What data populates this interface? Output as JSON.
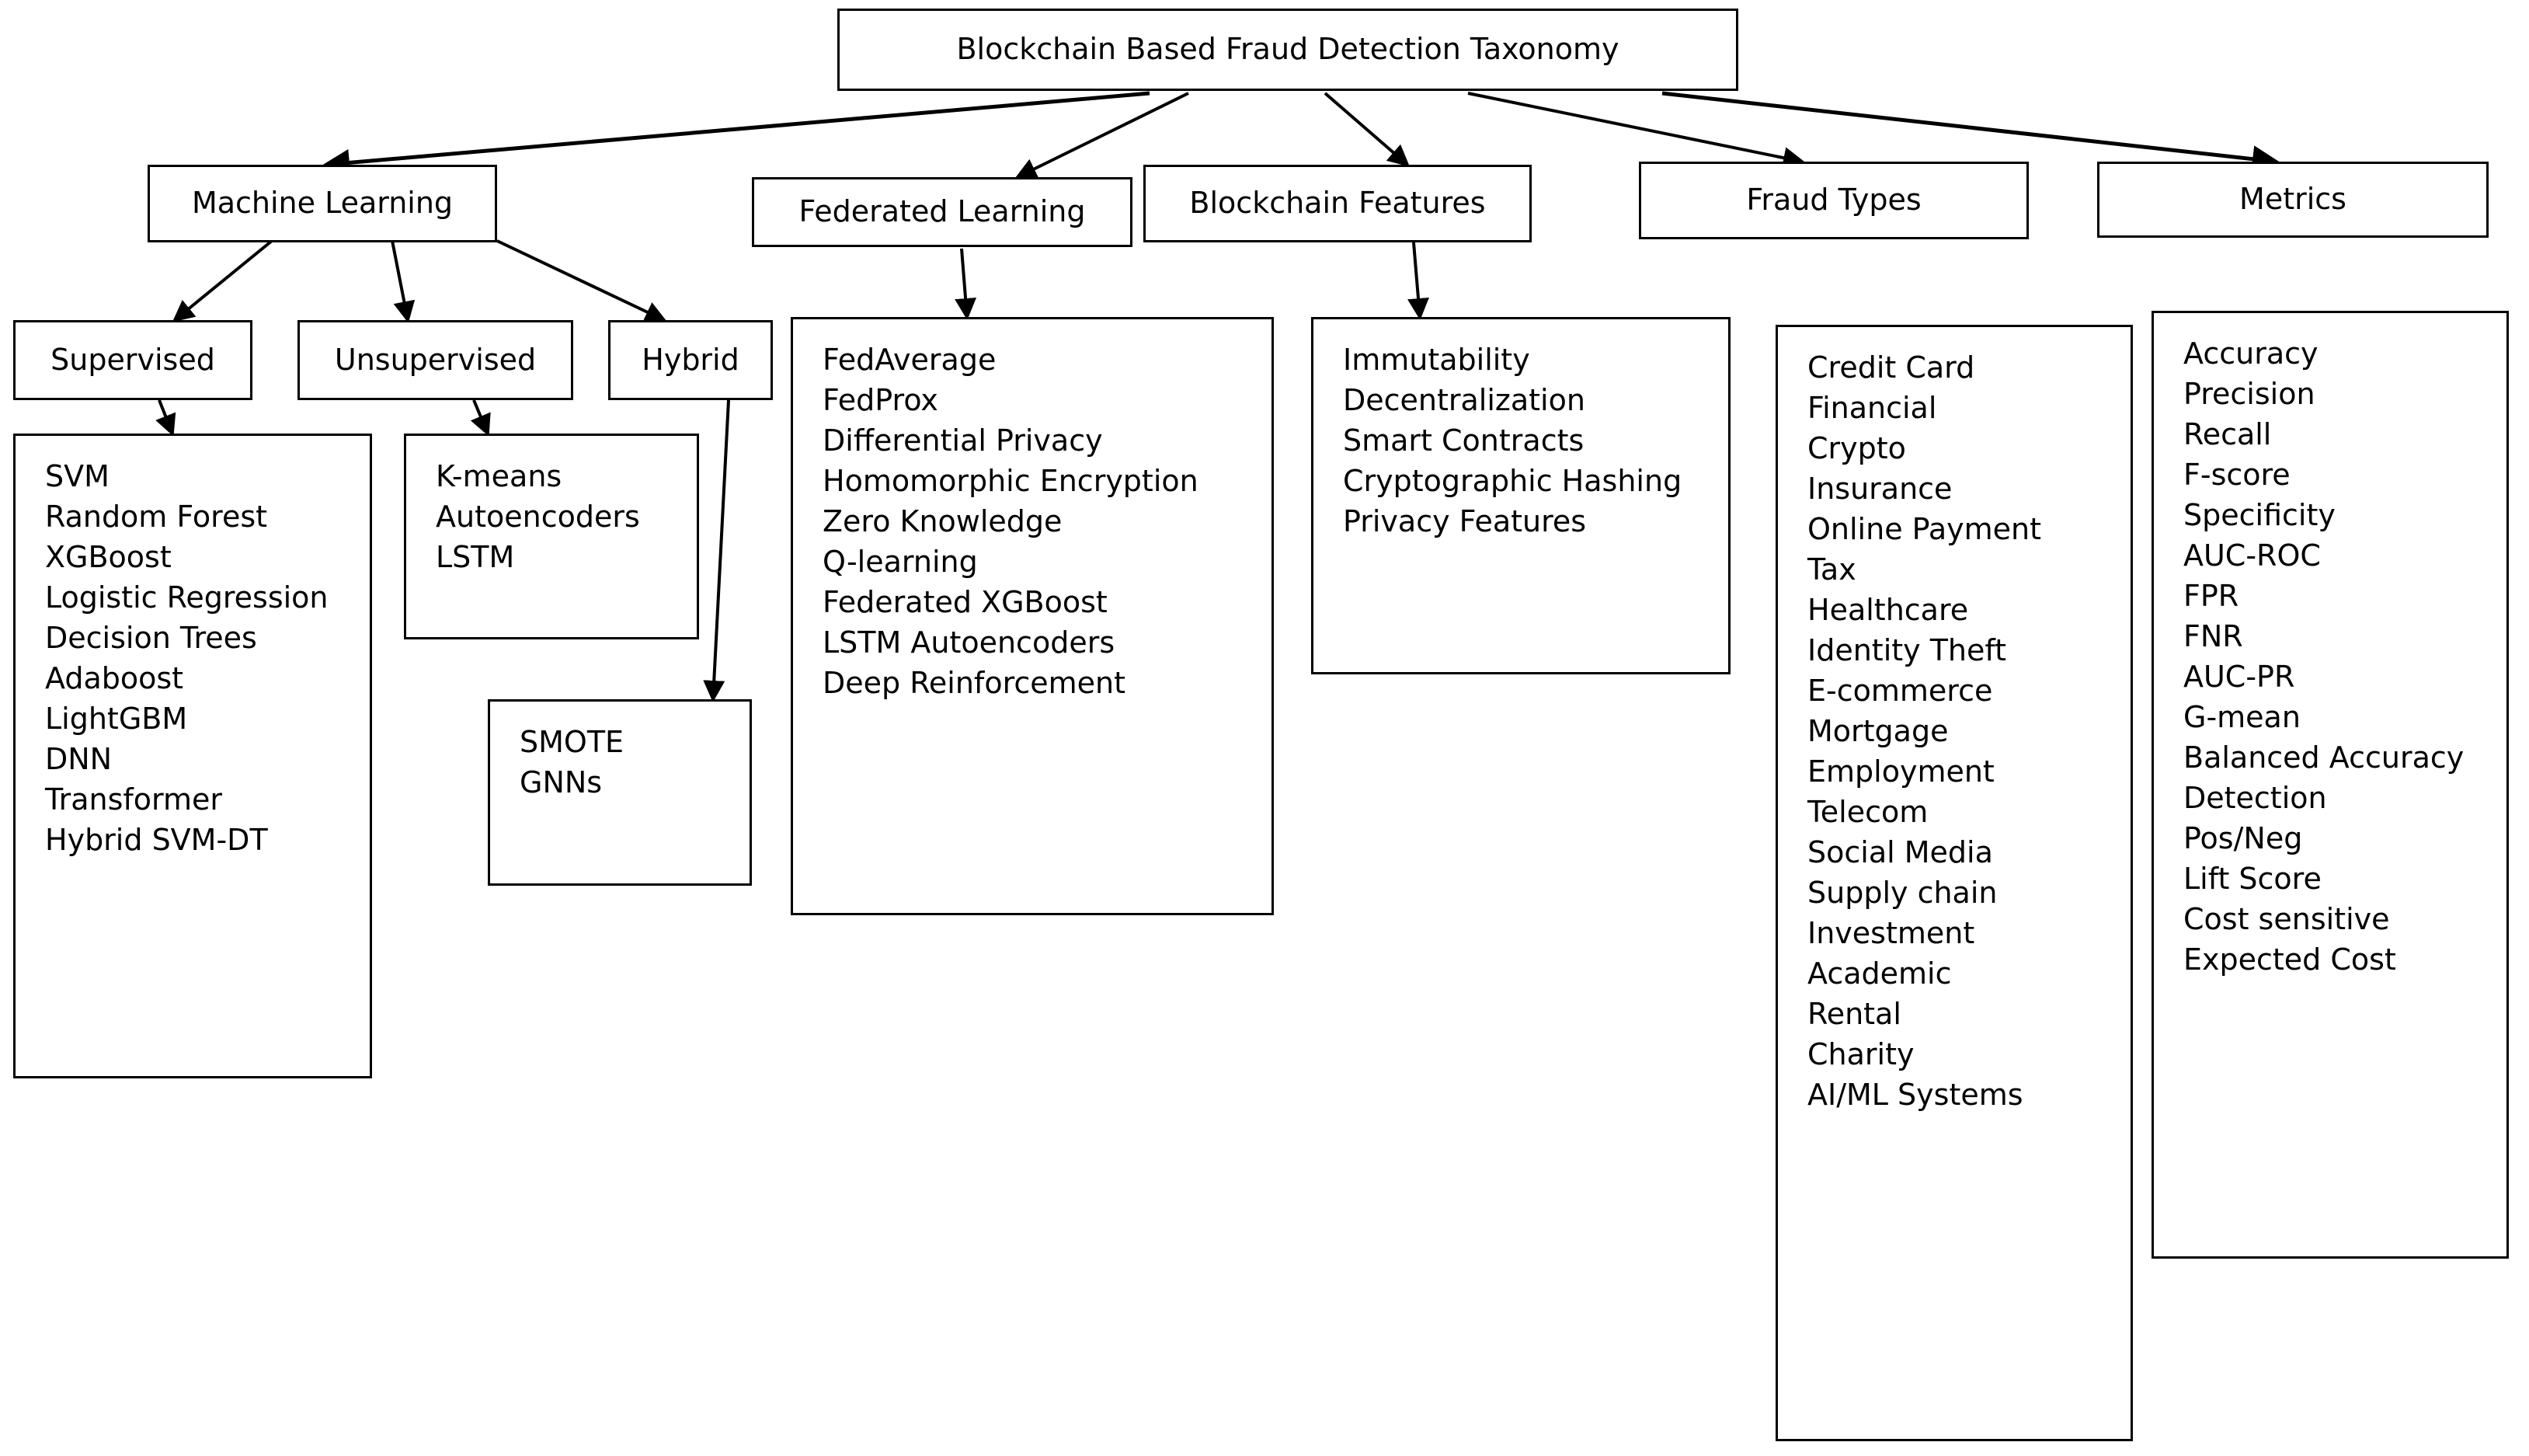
{
  "diagram": {
    "root": {
      "label": "Blockchain Based Fraud Detection Taxonomy"
    },
    "branches": [
      {
        "label": "Machine Learning"
      },
      {
        "label": "Federated Learning"
      },
      {
        "label": "Blockchain Features"
      },
      {
        "label": "Fraud Types"
      },
      {
        "label": "Metrics"
      }
    ],
    "ml_children": [
      {
        "label": "Supervised"
      },
      {
        "label": "Unsupervised"
      },
      {
        "label": "Hybrid"
      }
    ],
    "supervised_items": [
      "SVM",
      "Random Forest",
      "XGBoost",
      "Logistic Regression",
      "Decision Trees",
      "Adaboost",
      "LightGBM",
      "DNN",
      "Transformer",
      "Hybrid SVM-DT"
    ],
    "unsupervised_items": [
      "K-means",
      "Autoencoders",
      "LSTM"
    ],
    "hybrid_items": [
      "SMOTE",
      "GNNs"
    ],
    "federated_items": [
      "FedAverage",
      "FedProx",
      "Differential Privacy",
      "Homomorphic Encryption",
      "Zero Knowledge",
      "Q-learning",
      "Federated XGBoost",
      "LSTM Autoencoders",
      "Deep Reinforcement"
    ],
    "blockchain_items": [
      "Immutability",
      "Decentralization",
      "Smart Contracts",
      "Cryptographic Hashing",
      "Privacy Features"
    ],
    "fraud_items": [
      "Credit Card",
      "Financial",
      "Crypto",
      "Insurance",
      "Online Payment",
      "Tax",
      "Healthcare",
      "Identity Theft",
      "E-commerce",
      "Mortgage",
      "Employment",
      "Telecom",
      "Social Media",
      "Supply chain",
      "Investment",
      "Academic",
      "Rental",
      "Charity",
      "AI/ML Systems"
    ],
    "metric_items": [
      "Accuracy",
      "Precision",
      "Recall",
      "F-score",
      "Specificity",
      "AUC-ROC",
      "FPR",
      "FNR",
      "AUC-PR",
      "G-mean",
      "Balanced Accuracy",
      "Detection",
      "Pos/Neg",
      "Lift Score",
      "Cost sensitive",
      "Expected Cost"
    ],
    "colors": {
      "stroke": "#000000",
      "fill": "#ffffff",
      "text": "#000000"
    }
  }
}
